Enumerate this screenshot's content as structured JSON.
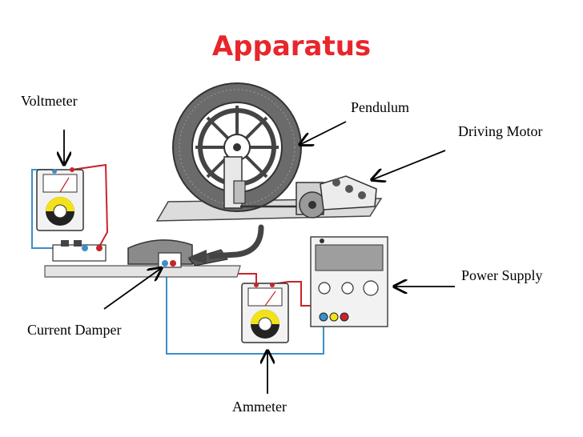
{
  "title": "Apparatus",
  "colors": {
    "title": "#e8262b",
    "wire_red": "#c8242a",
    "wire_blue": "#3a8fc8",
    "meter_yellow": "#f2e21a",
    "wheel": "#6b6b6b"
  },
  "labels": {
    "voltmeter": "Voltmeter",
    "pendulum": "Pendulum",
    "driving_motor": "Driving Motor",
    "power_supply": "Power Supply",
    "current_damper": "Current Damper",
    "ammeter": "Ammeter"
  },
  "icons": [
    "voltmeter-icon",
    "ammeter-icon",
    "pendulum-wheel-icon",
    "driving-motor-icon",
    "power-supply-icon",
    "current-damper-icon"
  ]
}
